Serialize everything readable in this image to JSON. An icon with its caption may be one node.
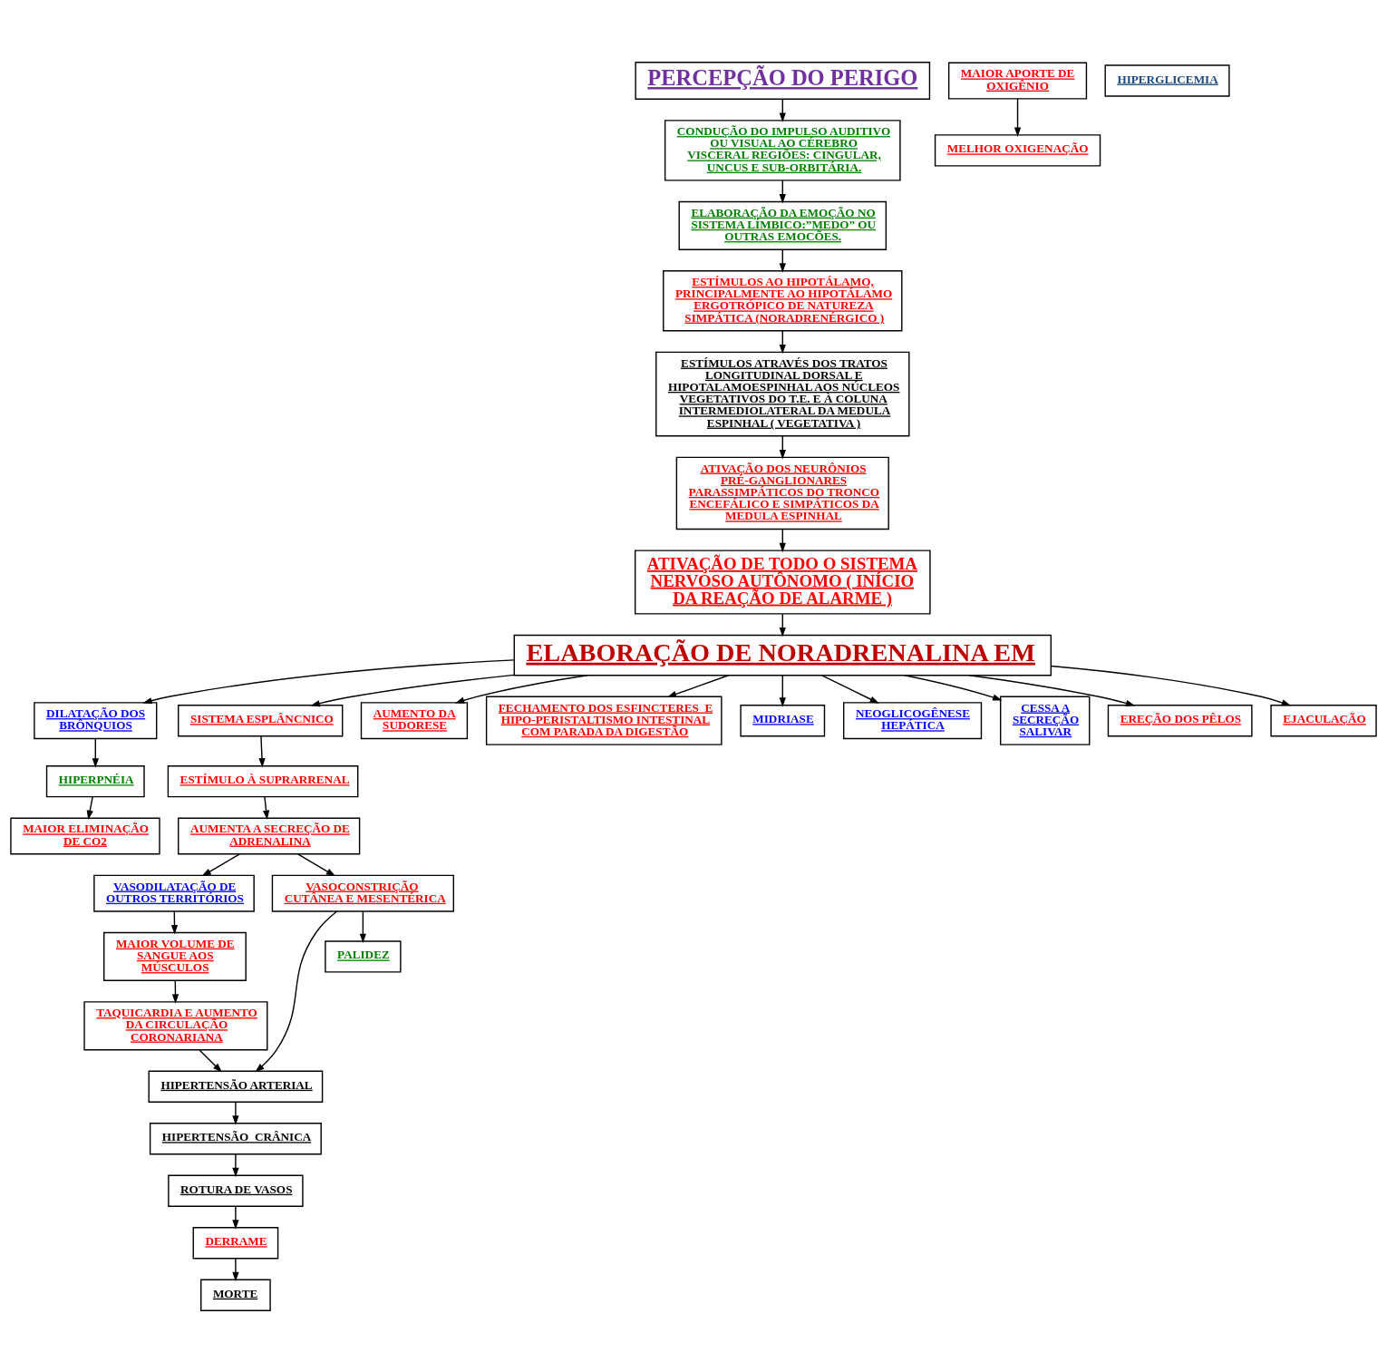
{
  "diagram": {
    "nodes": [
      {
        "text": [
          "DERRAME"
        ]
      },
      {
        "text": [
          "MORTE"
        ]
      },
      {
        "text": [
          "PERCEPÇÃO DO PERIGO"
        ]
      },
      {
        "text": [
          "MELHOR OXIGENAÇÃO"
        ]
      },
      {
        "text": [
          "ROTURA DE VASOS"
        ]
      },
      {
        "text": [
          "CONDUÇÃO DO IMPULSO AUDITIVO OU VISUAL AO CÉREBRO VISCERAL REGIÕES: CINGULAR, UNCUS E SUB-ORBITÁRIA."
        ]
      },
      {
        "text": [
          "HIPERTENSÃO  CRÂNICA"
        ]
      },
      {
        "text": [
          "MAIOR ELIMINAÇÃO DE CO2"
        ]
      },
      {
        "text": [
          "HIPERTENSÃO ARTERIAL"
        ]
      },
      {
        "text": [
          "ELABORAÇÃO DA EMOÇÃO NO SISTEMA LÍMBICO:”MEDO” OU OUTRAS EMOCÕES."
        ]
      },
      {
        "text": [
          "MAIOR APORTE DE OXIGÊNIO"
        ]
      },
      {
        "text": [
          "TAQUICARDIA E AUMENTO DA CIRCULAÇÃO CORONARIANA"
        ]
      },
      {
        "text": [
          "ESTÍMULOS AO HIPOTÁLAMO, PRINCIPALMENTE AO HIPOTÁLAMO ERGOTRÓPICO DE NATUREZA SIMPÁTICA (NORADRENÉRGICO )"
        ]
      },
      {
        "text": [
          "PALIDEZ"
        ]
      },
      {
        "text": [
          "MAIOR VOLUME DE SANGUE AOS MÚSCULOS"
        ]
      },
      {
        "text": [
          "ESTÍMULOS ATRAVÉS DOS TRATOS LONGITUDINAL DORSAL E HIPOTALAMOESPINHAL AOS NÚCLEOS VEGETATIVOS DO T.E. E À COLUNA INTERMEDIOLATERAL DA MEDULA ESPINHAL ( VEGETATIVA )"
        ]
      },
      {
        "text": [
          "HIPERPNÉIA"
        ]
      },
      {
        "text": [
          "VASODILATAÇÃO DE OUTROS TERRITÓRIOS"
        ]
      },
      {
        "text": [
          "VASOCONSTRIÇÃO  CUTÂNEA E MESENTÉRICA"
        ]
      },
      {
        "text": [
          "ATIVAÇÃO DOS NEURÔNIOS PRÉ-GANGLIONARES PARASSIMPÁTICOS DO TRONCO ENCEFÁLICO E SIMPÁTICOS DA MEDULA ESPINHAL"
        ]
      },
      {
        "text": [
          "DILATAÇÃO DOS BRÔNQUIOS"
        ]
      },
      {
        "text": [
          "AUMENTA A SECREÇÃO DE ADRENALINA"
        ]
      },
      {
        "text": [
          "ESTÍMULO À SUPRARRENAL"
        ]
      },
      {
        "text": [
          "ATIVAÇÃO DE TODO O SISTEMA NERVOSO AUTÔNOMO ( INÍCIO DA REAÇÃO DE ALARME )"
        ]
      },
      {
        "text": [
          "SISTEMA ESPLÂNCNICO"
        ]
      },
      {
        "text": [
          "ELABORAÇÃO DE NORADRENALINA EM"
        ]
      },
      {
        "text": [
          "AUMENTO DA SUDORESE"
        ]
      },
      {
        "text": [
          "FECHAMENTO DOS ESFINCTERES  E HIPO-PERISTALTISMO INTESTINAL COM PARADA DA DIGESTÃO"
        ]
      },
      {
        "text": [
          "MIDRIASE"
        ]
      },
      {
        "text": [
          "NEOGLICOGÊNESE HEPÁTICA"
        ]
      },
      {
        "text": [
          "CESSA A SECREÇÃO SALIVAR"
        ]
      },
      {
        "text": [
          "EREÇÃO DOS PÊLOS"
        ]
      },
      {
        "text": [
          "EJACULAÇÃO"
        ]
      },
      {
        "text": [
          "HIPERGLICEMIA"
        ]
      }
    ],
    "edges": [
      {
        "from": 2,
        "to": 5,
        "arrow": "to"
      },
      {
        "from": 5,
        "to": 9,
        "arrow": "to"
      },
      {
        "from": 9,
        "to": 12,
        "arrow": "to"
      },
      {
        "from": 12,
        "to": 15,
        "arrow": "to"
      },
      {
        "from": 15,
        "to": 19,
        "arrow": "to"
      },
      {
        "from": 19,
        "to": 23,
        "arrow": "to"
      },
      {
        "from": 23,
        "to": 25,
        "arrow": "to"
      },
      {
        "from": 25,
        "to": 24,
        "arrow": "to"
      },
      {
        "from": 24,
        "to": 22,
        "arrow": "to"
      },
      {
        "from": 22,
        "to": 21,
        "arrow": "to"
      },
      {
        "from": 21,
        "to": 18,
        "arrow": "to"
      },
      {
        "from": 21,
        "to": 17,
        "arrow": "to"
      },
      {
        "from": 17,
        "to": 14,
        "arrow": "to"
      },
      {
        "from": 14,
        "to": 11,
        "arrow": "to"
      },
      {
        "from": 11,
        "to": 8,
        "arrow": "to"
      },
      {
        "from": 18,
        "to": 8,
        "arrow": "to"
      },
      {
        "from": 18,
        "to": 13,
        "arrow": "to"
      },
      {
        "from": 8,
        "to": 6,
        "arrow": "to"
      },
      {
        "from": 6,
        "to": 4,
        "arrow": "to"
      },
      {
        "from": 4,
        "to": 0,
        "arrow": "to"
      },
      {
        "from": 0,
        "to": 1,
        "arrow": "to"
      },
      {
        "from": 25,
        "to": 26,
        "arrow": "to"
      },
      {
        "from": 25,
        "to": 31,
        "arrow": "to"
      },
      {
        "from": 25,
        "to": 27,
        "arrow": "to"
      },
      {
        "from": 25,
        "to": 32,
        "arrow": "to"
      },
      {
        "from": 25,
        "to": 28,
        "arrow": "to"
      },
      {
        "from": 25,
        "to": 30,
        "arrow": "to"
      },
      {
        "from": 25,
        "to": 29,
        "arrow": "to"
      },
      {
        "from": 25,
        "to": 20,
        "arrow": "to"
      },
      {
        "from": 20,
        "to": 16,
        "arrow": "to"
      },
      {
        "from": 16,
        "to": 7,
        "arrow": "to"
      },
      {
        "from": 10,
        "to": 3,
        "arrow": "to"
      }
    ]
  }
}
